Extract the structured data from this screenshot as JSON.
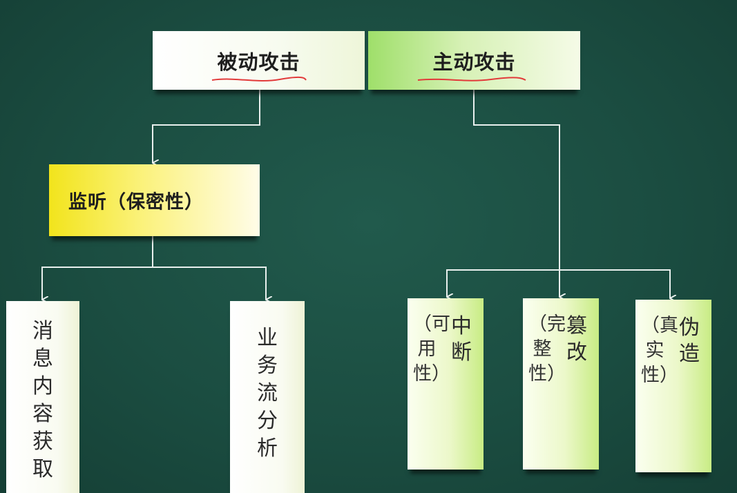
{
  "diagram": {
    "passive_attack": "被动攻击",
    "active_attack": "主动攻击",
    "eavesdrop": "监听（保密性）",
    "message_content": "消息内容获取",
    "traffic_analysis": "业务流分析",
    "interruption": {
      "main": "中断",
      "sub": "（可用性）"
    },
    "modification": {
      "main": "篡改",
      "sub": "（完整性）"
    },
    "fabrication": {
      "main": "伪造",
      "sub": "（真实性）"
    }
  },
  "colors": {
    "background": "#1b4d41",
    "connector": "#e9f0ee",
    "underline": "#e23a3a",
    "highlight_green": "#9fdf6a",
    "highlight_yellow": "#f2e41c"
  }
}
